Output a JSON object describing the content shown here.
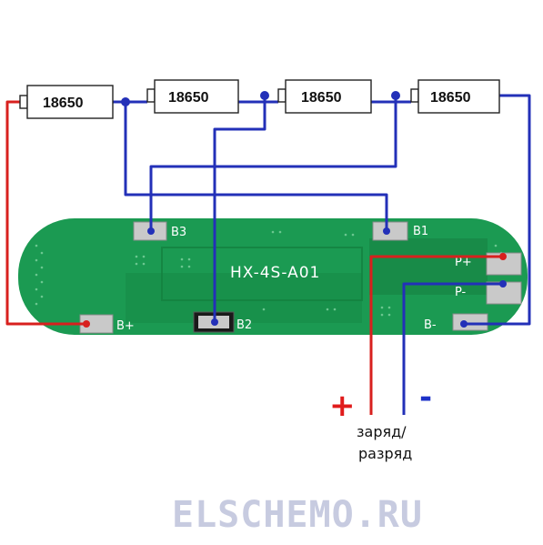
{
  "cells": [
    "18650",
    "18650",
    "18650",
    "18650"
  ],
  "board": {
    "model": "HX-4S-A01",
    "pads": [
      "B3",
      "B1",
      "B+",
      "B2",
      "P+",
      "P-",
      "B-"
    ]
  },
  "terminals": {
    "plus": "+",
    "minus": "-",
    "caption_line1": "заряд/",
    "caption_line2": "разряд"
  },
  "watermark": "ELSCHEMO.RU",
  "colors": {
    "board": "#1b9a52",
    "board_dark": "#15803f",
    "pad": "#c9c9c9",
    "wire_red": "#d8201e",
    "wire_blue": "#2330b8",
    "plus_sign": "#e01b1b",
    "minus_sign": "#1d31c8"
  }
}
